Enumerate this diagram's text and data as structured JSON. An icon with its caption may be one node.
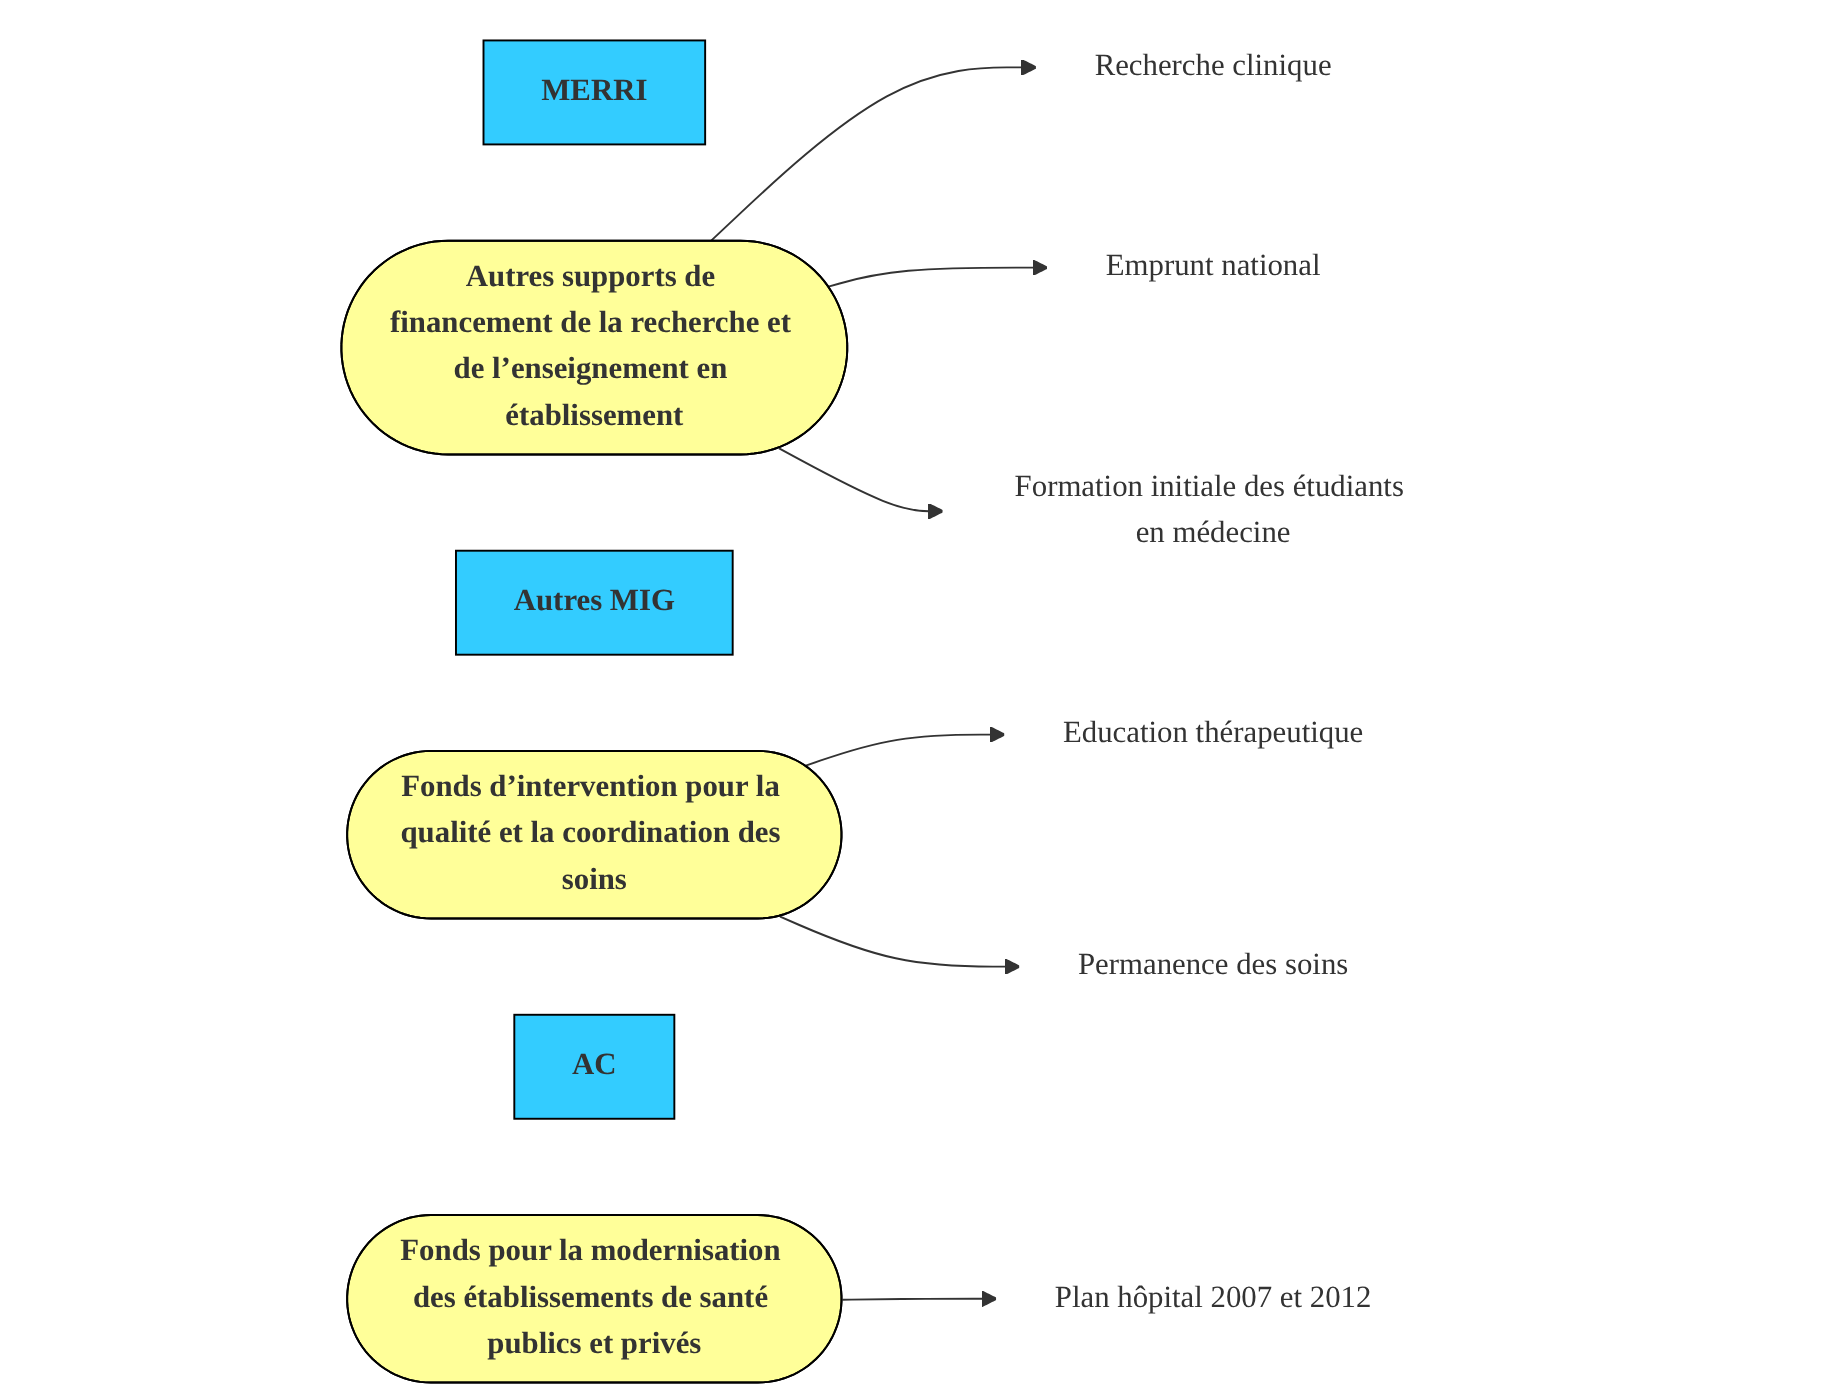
{
  "diagram": {
    "nodes": [
      {
        "text": [
          "MERRI"
        ]
      },
      {
        "text": [
          "Autres supports de financement de la recherche et de l’enseignement en établissement"
        ]
      },
      {
        "text": [
          "Recherche clinique"
        ]
      },
      {
        "text": [
          "Emprunt national"
        ]
      },
      {
        "text": [
          "Formation initiale des étudiants en médecine"
        ]
      },
      {
        "text": [
          "Autres MIG"
        ]
      },
      {
        "text": [
          "Fonds d’intervention pour la qualité et la coordination des soins"
        ]
      },
      {
        "text": [
          "Education thérapeutique"
        ]
      },
      {
        "text": [
          "Permanence des soins"
        ]
      },
      {
        "text": [
          "AC"
        ]
      },
      {
        "text": [
          "Fonds pour la modernisation des établissements de santé publics et privés"
        ]
      },
      {
        "text": [
          "Plan hôpital 2007 et 2012"
        ]
      }
    ],
    "edges": [
      {
        "from": 1,
        "to": 2,
        "arrow": "to"
      },
      {
        "from": 1,
        "to": 3,
        "arrow": "to"
      },
      {
        "from": 1,
        "to": 4,
        "arrow": "to"
      },
      {
        "from": 6,
        "to": 7,
        "arrow": "to"
      },
      {
        "from": 6,
        "to": 8,
        "arrow": "to"
      },
      {
        "from": 10,
        "to": 11,
        "arrow": "to"
      }
    ]
  }
}
